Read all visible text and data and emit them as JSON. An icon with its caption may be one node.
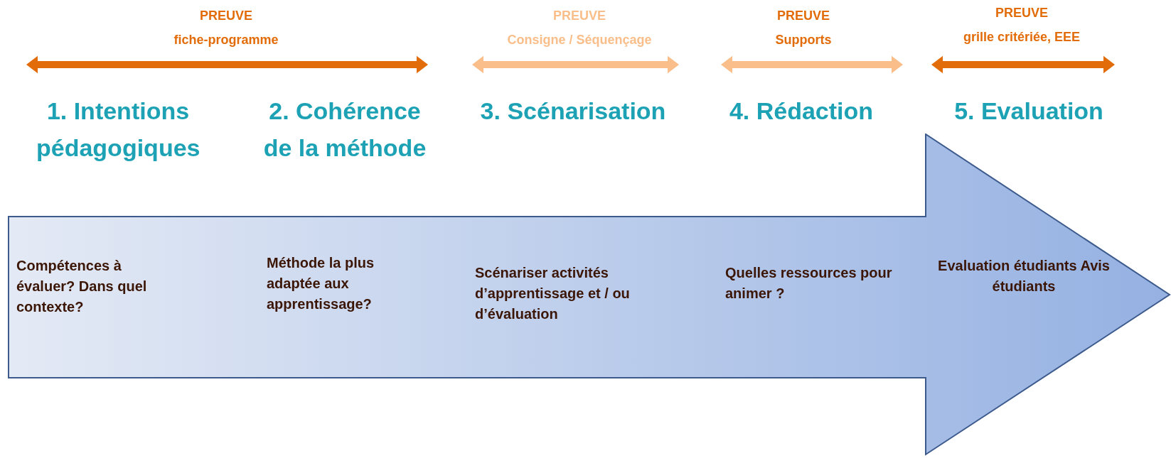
{
  "diagram": {
    "nodes": [
      {
        "text": [
          "Compétences à évaluer? Dans quel contexte?",
          "Méthode la plus adaptée aux apprentissage?",
          "Scénariser activités d’apprentissage et / ou d’évaluation",
          "Quelles ressources pour animer ?",
          "Evaluation étudiants Avis étudiants"
        ]
      }
    ],
    "labels": [
      "PREUVE",
      "fiche-programme",
      "PREUVE",
      "Consigne / Séquençage",
      "PREUVE",
      "Supports",
      "PREUVE",
      "grille critériée, EEE",
      "1. Intentions pédagogiques",
      "2. Cohérence de la méthode",
      "3. Scénarisation",
      "4. Rédaction",
      "5. Evaluation"
    ]
  }
}
